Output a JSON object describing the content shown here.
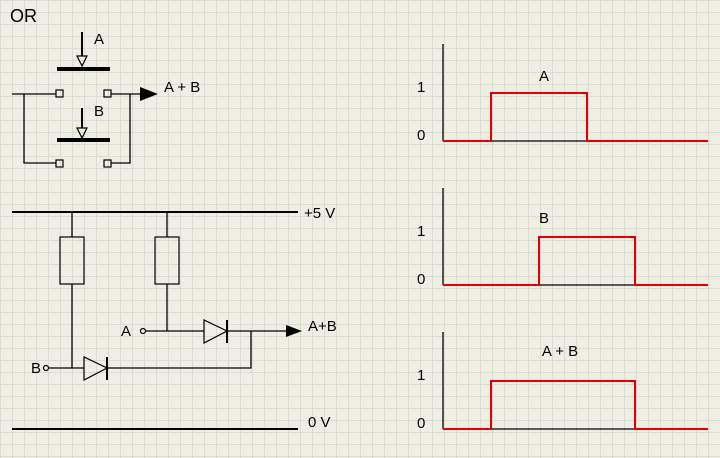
{
  "title": "OR",
  "switch_circuit": {
    "input_a": "A",
    "input_b": "B",
    "output": "A + B"
  },
  "diode_circuit": {
    "supply": "+5 V",
    "ground": "0 V",
    "input_a": "A",
    "input_b": "B",
    "output": "A+B"
  },
  "colors": {
    "signal": "#e00000",
    "background": "#efeee4"
  },
  "chart_data": [
    {
      "type": "line",
      "title": "A",
      "y_ticks": [
        "1",
        "0"
      ],
      "x": [
        0,
        1,
        1,
        2,
        2,
        3
      ],
      "values": [
        0,
        0,
        1,
        1,
        0,
        0
      ]
    },
    {
      "type": "line",
      "title": "B",
      "y_ticks": [
        "1",
        "0"
      ],
      "x": [
        0,
        1,
        1,
        2,
        2,
        3
      ],
      "values": [
        0,
        0,
        1,
        1,
        0,
        0
      ]
    },
    {
      "type": "line",
      "title": "A + B",
      "y_ticks": [
        "1",
        "0"
      ],
      "x": [
        0,
        1,
        1,
        2,
        2,
        3
      ],
      "values": [
        0,
        0,
        1,
        1,
        0,
        0
      ]
    }
  ]
}
